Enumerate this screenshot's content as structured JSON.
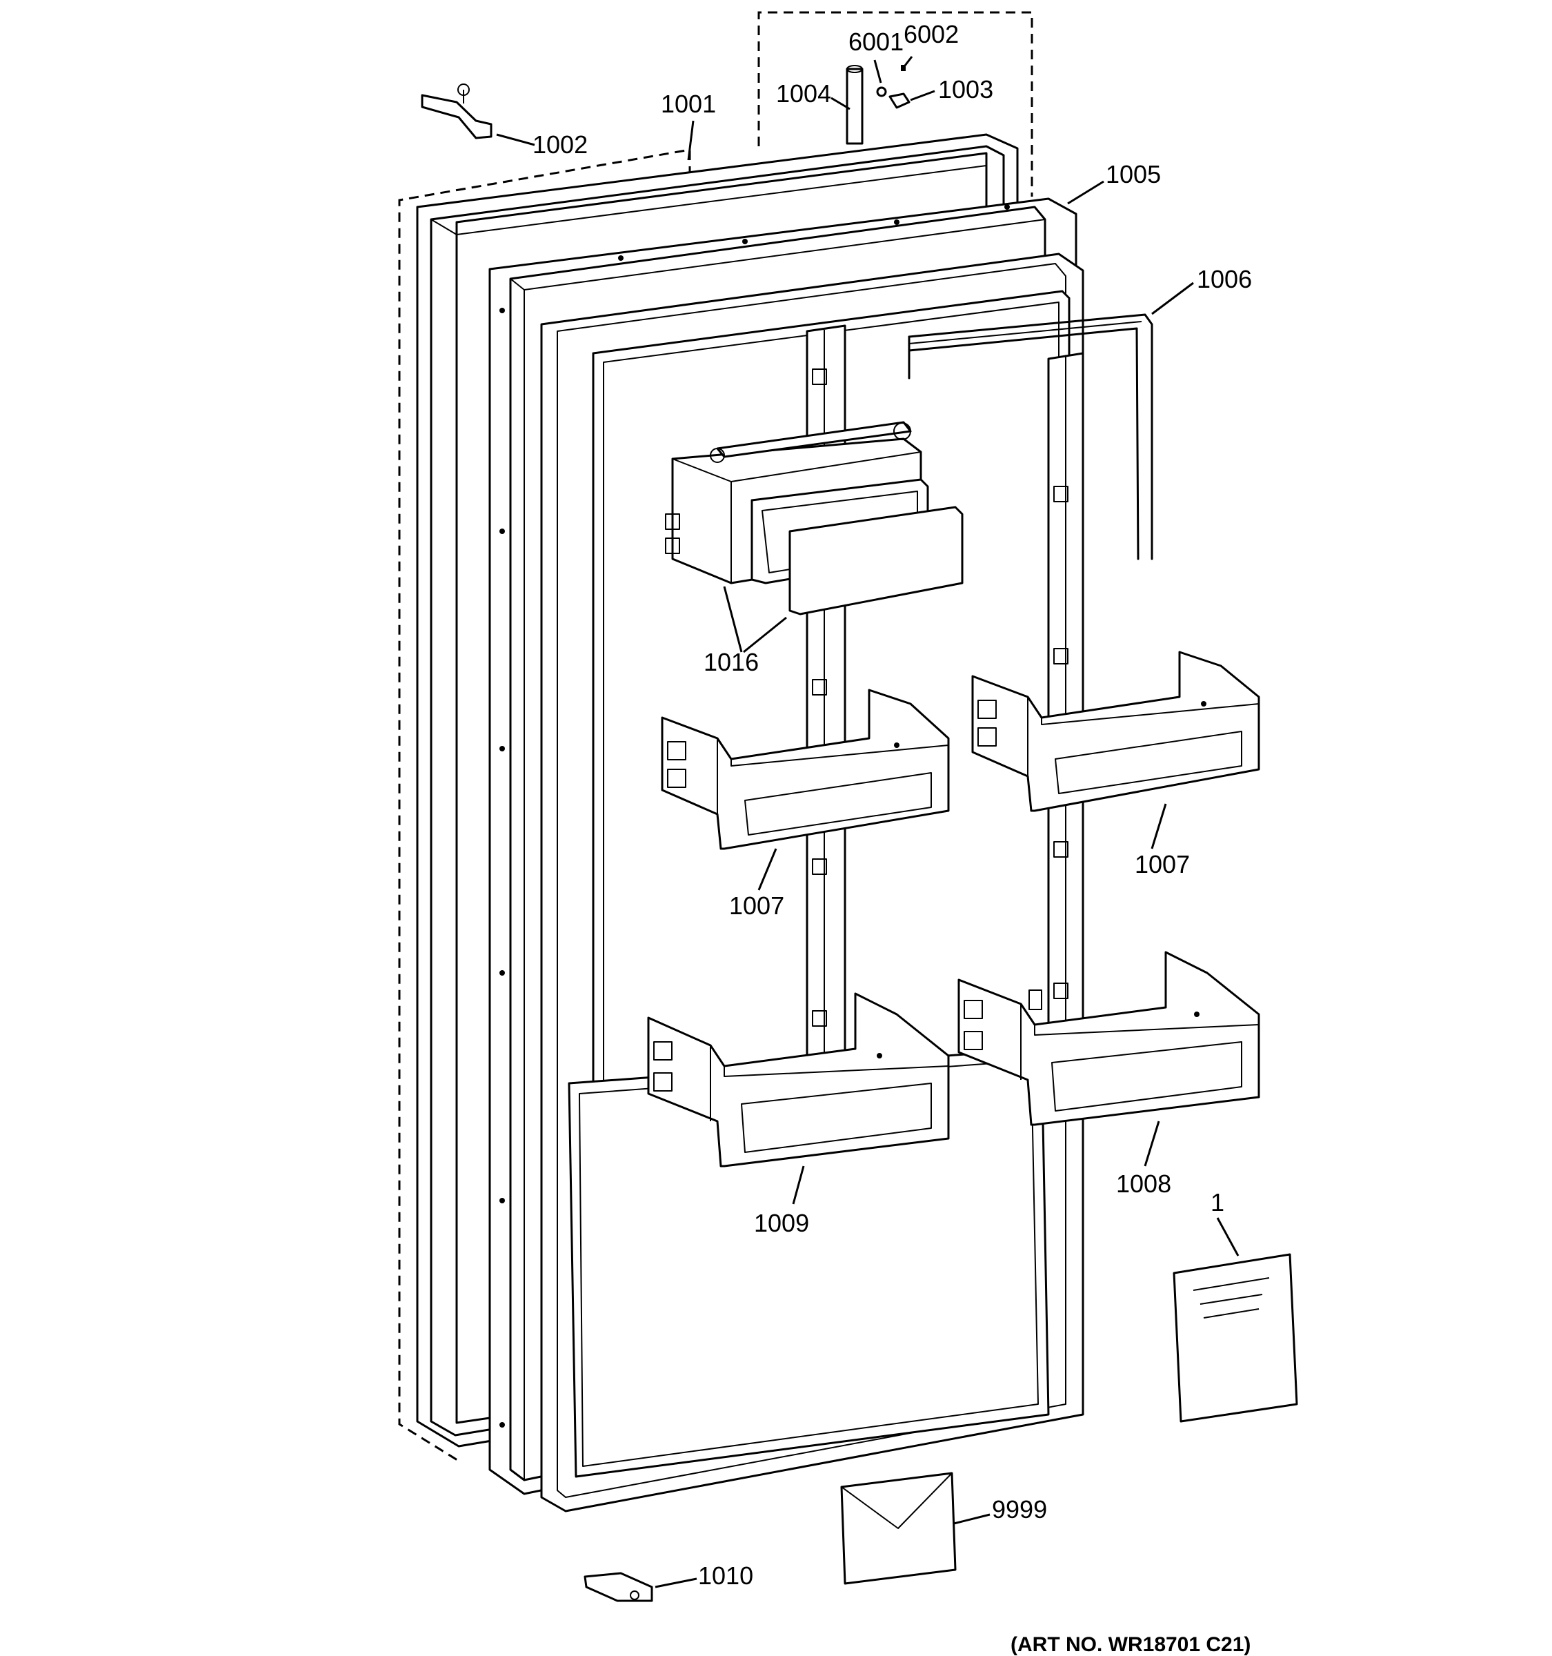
{
  "labels": {
    "p1": "1",
    "p1001": "1001",
    "p1002": "1002",
    "p1003": "1003",
    "p1004": "1004",
    "p1005": "1005",
    "p1006": "1006",
    "p1007a": "1007",
    "p1007b": "1007",
    "p1008": "1008",
    "p1009": "1009",
    "p1010": "1010",
    "p1016": "1016",
    "p6001": "6001",
    "p6002": "6002",
    "p9999": "9999"
  },
  "art_number": "(ART NO. WR18701 C21)"
}
